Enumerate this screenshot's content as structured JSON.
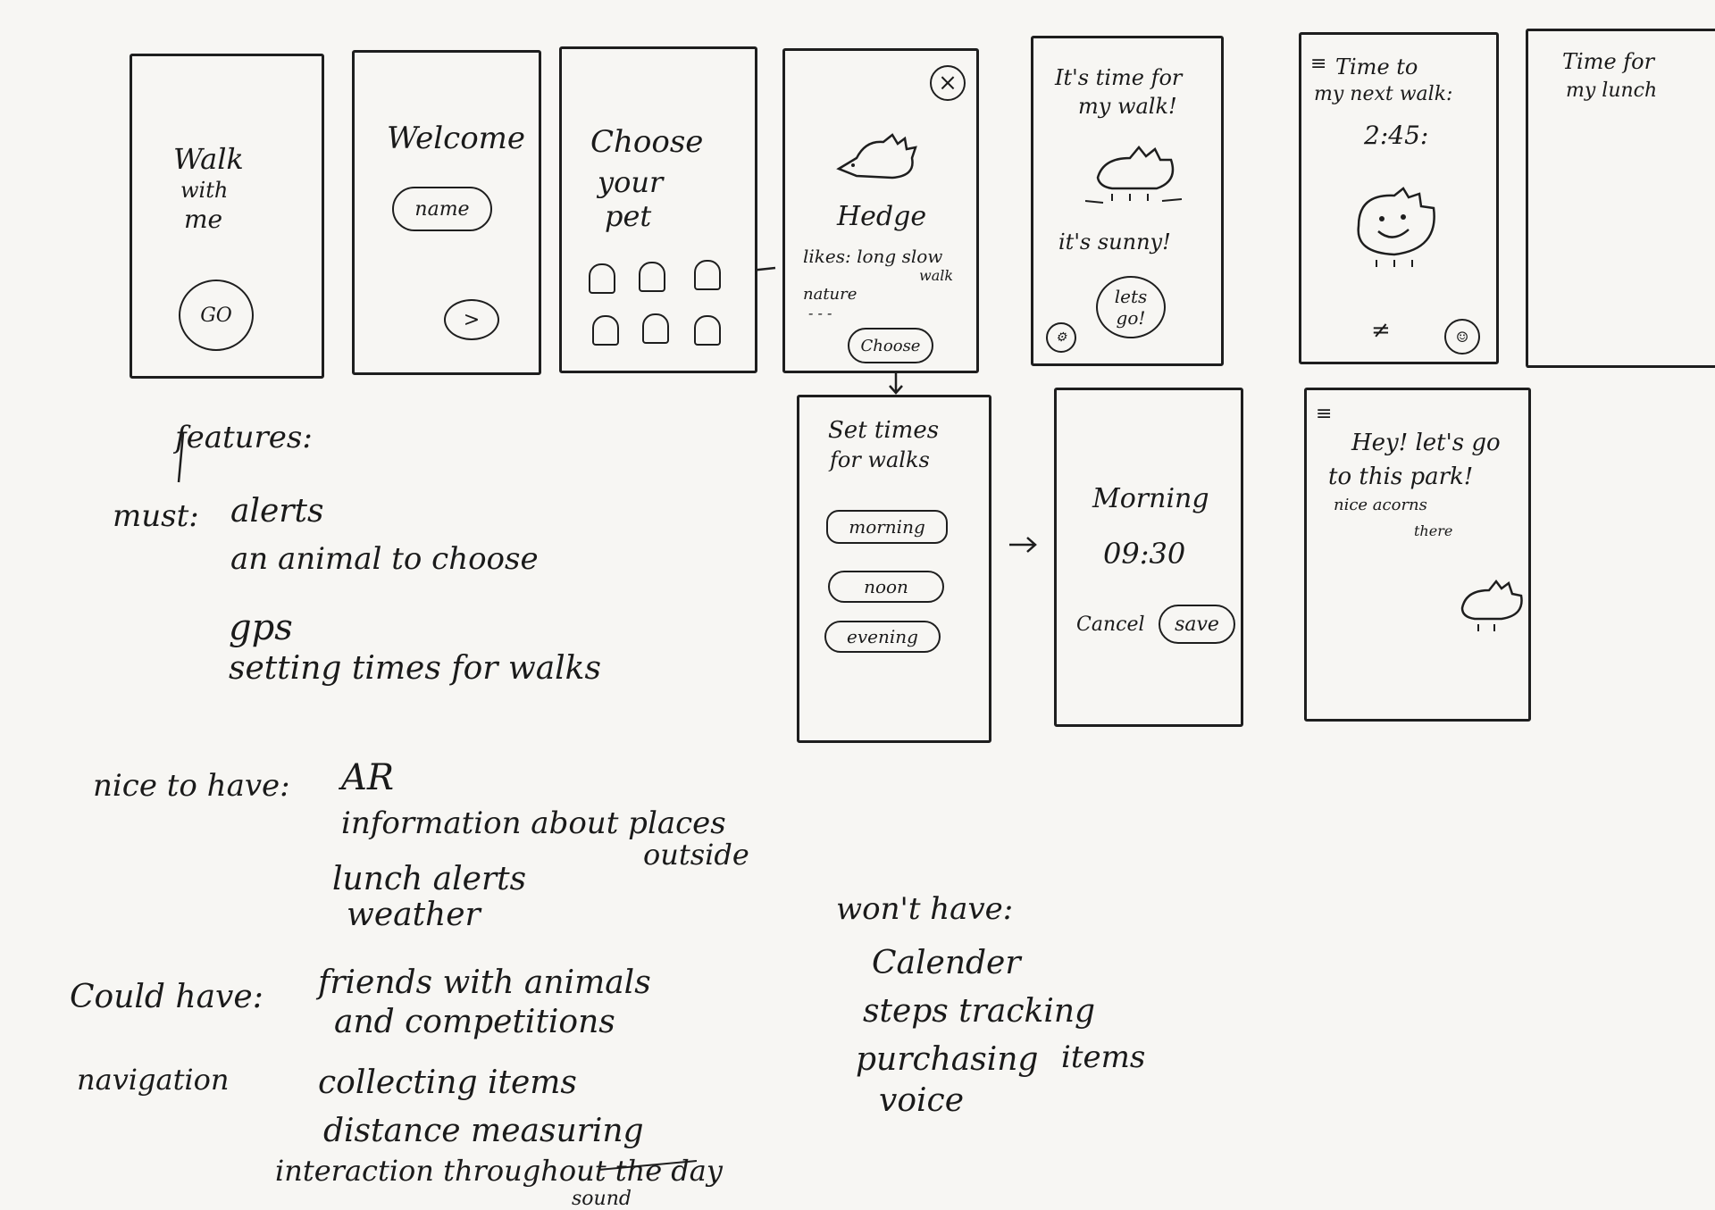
{
  "screens": {
    "s1": {
      "title_1": "Walk",
      "title_2": "with",
      "title_3": "me",
      "go": "GO"
    },
    "s2": {
      "title": "Welcome",
      "input": "name",
      "next": ">"
    },
    "s3": {
      "title_1": "Choose",
      "title_2": "your",
      "title_3": "pet"
    },
    "s4": {
      "close": "×",
      "pet_name": "Hedge",
      "likes_1": "likes: long slow",
      "likes_2": "walk",
      "likes_3": "nature",
      "likes_4": "- - -",
      "choose": "Choose"
    },
    "s5": {
      "title_1": "It's time for",
      "title_2": "my walk!",
      "weather": "it's sunny!",
      "go_1": "lets",
      "go_2": "go!"
    },
    "s6": {
      "menu": "≡",
      "title_1": "Time to",
      "title_2": "my next walk:",
      "time": "2:45:"
    },
    "s7": {
      "title_1": "Time for",
      "title_2": "my lunch"
    },
    "s8": {
      "title_1": "Set times",
      "title_2": "for walks",
      "opt_1": "morning",
      "opt_2": "noon",
      "opt_3": "evening"
    },
    "s9": {
      "label": "Morning",
      "time": "09:30",
      "cancel": "Cancel",
      "save": "save"
    },
    "s10": {
      "menu": "≡",
      "title_1": "Hey! let's go",
      "title_2": "to this park!",
      "note_1": "nice acorns",
      "note_2": "there"
    }
  },
  "notes": {
    "features": "features:",
    "must_label": "must:",
    "must": [
      "alerts",
      "an animal to choose",
      "gps",
      "setting times for walks"
    ],
    "nice_label": "nice to have:",
    "nice": [
      "AR",
      "information about places",
      "outside",
      "lunch alerts",
      "weather"
    ],
    "could_label": "Could have:",
    "could": [
      "friends with animals",
      "and competitions",
      "collecting items",
      "distance measuring",
      "interaction throughout the day",
      "sound"
    ],
    "navigation": "navigation",
    "wont_label": "won't have:",
    "wont": [
      "Calender",
      "steps tracking",
      "purchasing",
      "items",
      "voice"
    ]
  }
}
